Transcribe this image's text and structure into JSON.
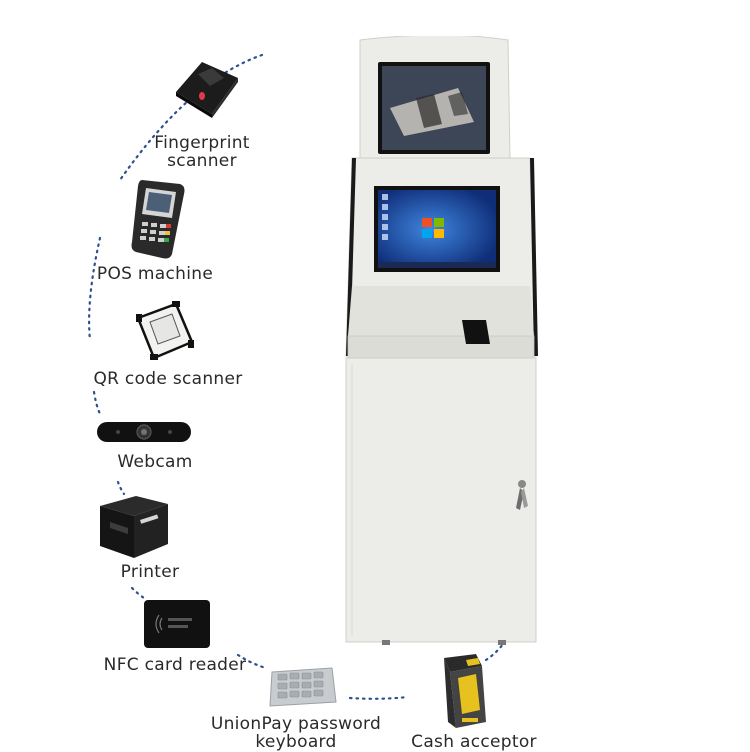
{
  "peripherals": [
    {
      "id": "fingerprint",
      "label_line1": "Fingerprint",
      "label_line2": "scanner",
      "icon": "fingerprint-scanner-icon"
    },
    {
      "id": "pos",
      "label_line1": "POS machine",
      "icon": "pos-terminal-icon"
    },
    {
      "id": "qr",
      "label_line1": "QR code scanner",
      "icon": "qr-scanner-icon"
    },
    {
      "id": "webcam",
      "label_line1": "Webcam",
      "icon": "webcam-icon"
    },
    {
      "id": "printer",
      "label_line1": "Printer",
      "icon": "receipt-printer-icon"
    },
    {
      "id": "nfc",
      "label_line1": "NFC card reader",
      "icon": "nfc-reader-icon"
    },
    {
      "id": "keypad",
      "label_line1": "UnionPay password",
      "label_line2": "keyboard",
      "icon": "pin-pad-icon"
    },
    {
      "id": "cash",
      "label_line1": "Cash acceptor",
      "icon": "bill-acceptor-icon"
    }
  ],
  "colors": {
    "dots": "#2f4f8f",
    "kiosk_body": "#ecece8",
    "kiosk_trim": "#1a1a1a",
    "screen_bezel": "#111111",
    "desktop_blue": "#1c4fb5"
  }
}
